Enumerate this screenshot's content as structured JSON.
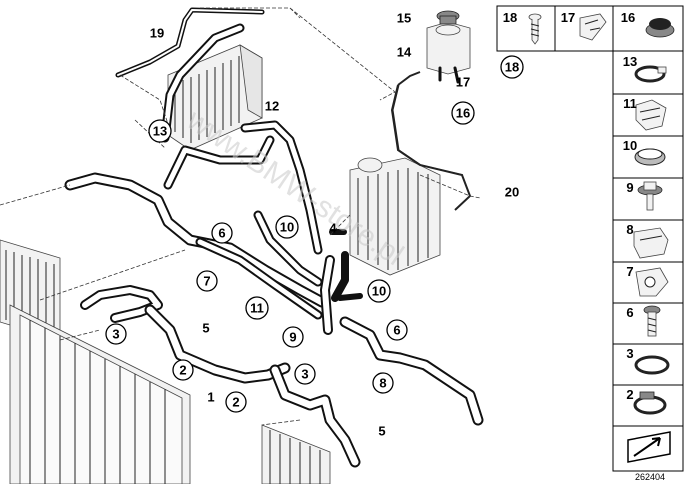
{
  "callouts": [
    {
      "text": "19",
      "circled": false
    },
    {
      "text": "15",
      "circled": false
    },
    {
      "text": "14",
      "circled": false
    },
    {
      "text": "17",
      "circled": false
    },
    {
      "text": "18",
      "circled": true
    },
    {
      "text": "16",
      "circled": true
    },
    {
      "text": "12",
      "circled": false
    },
    {
      "text": "13",
      "circled": true
    },
    {
      "text": "20",
      "circled": false
    },
    {
      "text": "6",
      "circled": true
    },
    {
      "text": "10",
      "circled": true
    },
    {
      "text": "4",
      "circled": false
    },
    {
      "text": "7",
      "circled": true
    },
    {
      "text": "11",
      "circled": true
    },
    {
      "text": "10",
      "circled": true
    },
    {
      "text": "5",
      "circled": false
    },
    {
      "text": "3",
      "circled": true
    },
    {
      "text": "9",
      "circled": true
    },
    {
      "text": "6",
      "circled": true
    },
    {
      "text": "2",
      "circled": true
    },
    {
      "text": "3",
      "circled": true
    },
    {
      "text": "1",
      "circled": false
    },
    {
      "text": "2",
      "circled": true
    },
    {
      "text": "8",
      "circled": true
    },
    {
      "text": "5",
      "circled": false
    }
  ],
  "parts_table": {
    "top_row": [
      "18",
      "17",
      "16"
    ],
    "column": [
      "13",
      "11",
      "10",
      "9",
      "8",
      "7",
      "6",
      "3",
      "2"
    ]
  },
  "diagram_number": "262404",
  "watermark": "www.BMW-store.pl"
}
